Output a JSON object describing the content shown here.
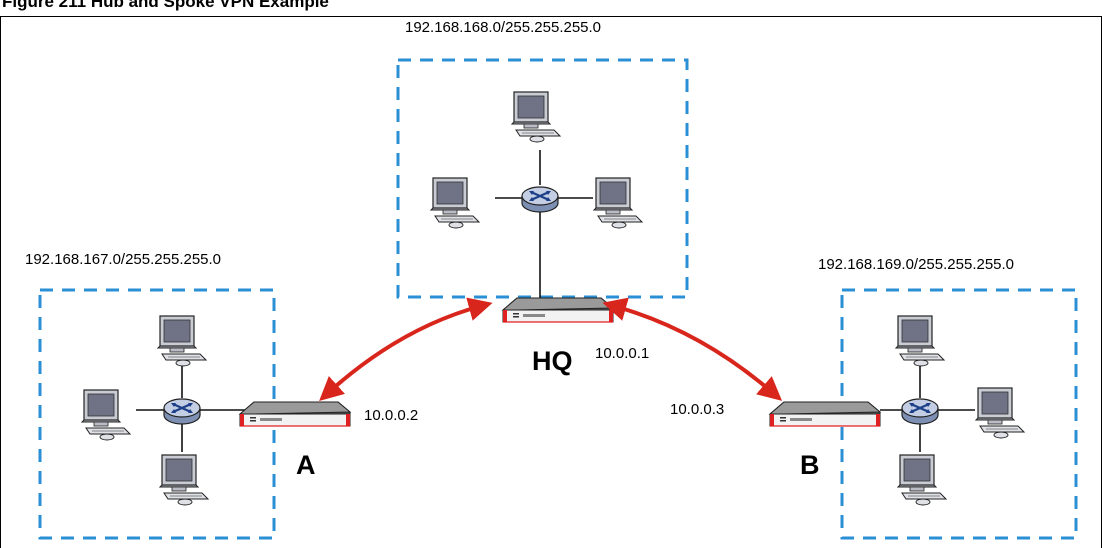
{
  "figure": {
    "caption": "Figure 211   Hub and Spoke VPN Example"
  },
  "networks": {
    "hq": "192.168.168.0/255.255.255.0",
    "a": "192.168.167.0/255.255.255.0",
    "b": "192.168.169.0/255.255.255.0"
  },
  "sites": {
    "hq": {
      "name": "HQ",
      "ip": "10.0.0.1"
    },
    "a": {
      "name": "A",
      "ip": "10.0.0.2"
    },
    "b": {
      "name": "B",
      "ip": "10.0.0.3"
    }
  },
  "colors": {
    "lan_box": "#2b8fd6",
    "vpn_arrow": "#d9261c",
    "monitor_screen": "#6f7385",
    "device_body": "#6b6b6b",
    "device_accent": "#e02020"
  },
  "icons": {
    "computer": "computer-icon",
    "switch": "switch-icon",
    "firewall": "zywall-device-icon"
  }
}
